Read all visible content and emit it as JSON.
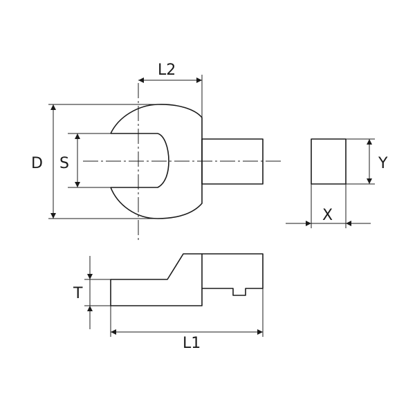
{
  "labels": {
    "l2": "L2",
    "d": "D",
    "s": "S",
    "y": "Y",
    "x": "X",
    "t": "T",
    "l1": "L1"
  }
}
